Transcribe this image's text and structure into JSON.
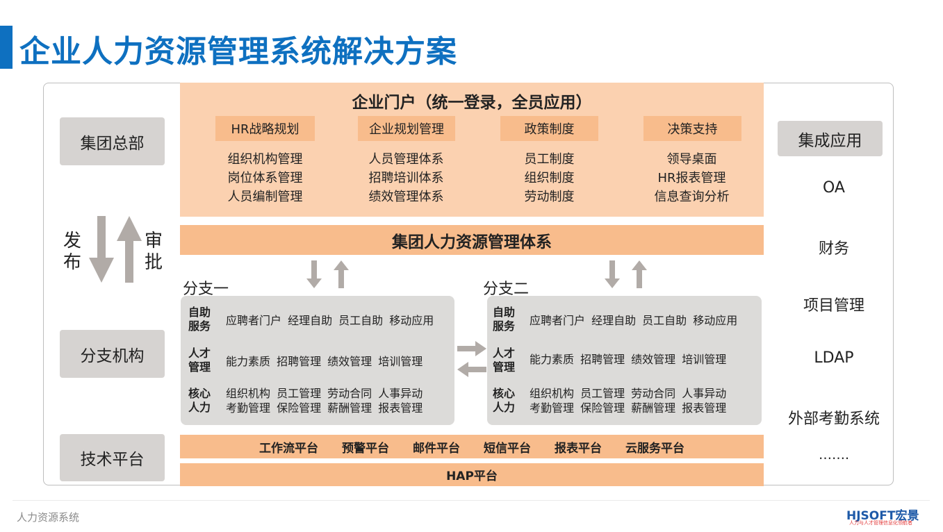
{
  "title": "企业人力资源管理系统解决方案",
  "left": {
    "hq": "集团总部",
    "publish": [
      "发",
      "布"
    ],
    "approve": [
      "审",
      "批"
    ],
    "branch_org": "分支机构",
    "tech_platform": "技术平台"
  },
  "portal": {
    "title": "企业门户（统一登录，全员应用）",
    "columns": [
      {
        "header": "HR战略规划",
        "items": [
          "组织机构管理",
          "岗位体系管理",
          "人员编制管理"
        ]
      },
      {
        "header": "企业规划管理",
        "items": [
          "人员管理体系",
          "招聘培训体系",
          "绩效管理体系"
        ]
      },
      {
        "header": "政策制度",
        "items": [
          "员工制度",
          "组织制度",
          "劳动制度"
        ]
      },
      {
        "header": "决策支持",
        "items": [
          "领导桌面",
          "HR报表管理",
          "信息查询分析"
        ]
      }
    ]
  },
  "group_system": "集团人力资源管理体系",
  "branches": [
    {
      "label": "分支一",
      "rows": [
        {
          "label": [
            "自助",
            "服务"
          ],
          "lines": [
            "应聘者门户 经理自助 员工自助 移动应用"
          ]
        },
        {
          "label": [
            "人才",
            "管理"
          ],
          "lines": [
            "能力素质 招聘管理 绩效管理 培训管理"
          ]
        },
        {
          "label": [
            "核心",
            "人力"
          ],
          "lines": [
            "组织机构 员工管理 劳动合同 人事异动",
            "考勤管理 保险管理 薪酬管理 报表管理"
          ]
        }
      ]
    },
    {
      "label": "分支二",
      "rows": [
        {
          "label": [
            "自助",
            "服务"
          ],
          "lines": [
            "应聘者门户 经理自助 员工自助 移动应用"
          ]
        },
        {
          "label": [
            "人才",
            "管理"
          ],
          "lines": [
            "能力素质 招聘管理 绩效管理 培训管理"
          ]
        },
        {
          "label": [
            "核心",
            "人力"
          ],
          "lines": [
            "组织机构 员工管理 劳动合同 人事异动",
            "考勤管理 保险管理 薪酬管理 报表管理"
          ]
        }
      ]
    }
  ],
  "platforms": [
    "工作流平台",
    "预警平台",
    "邮件平台",
    "短信平台",
    "报表平台",
    "云服务平台"
  ],
  "hap": "HAP平台",
  "right": {
    "header": "集成应用",
    "items": [
      "OA",
      "财务",
      "项目管理",
      "LDAP",
      "外部考勤系统",
      "……."
    ]
  },
  "footer": {
    "text": "人力资源系统",
    "logo": "HJSOFT宏景",
    "logo_sub": "人力与人才管理信息化领航者"
  },
  "colors": {
    "accent": "#0e70c0",
    "orange_light": "#fbd1b0",
    "orange": "#f8bc8c",
    "gray": "#d6d3d1",
    "arrow": "#b1aba7"
  }
}
